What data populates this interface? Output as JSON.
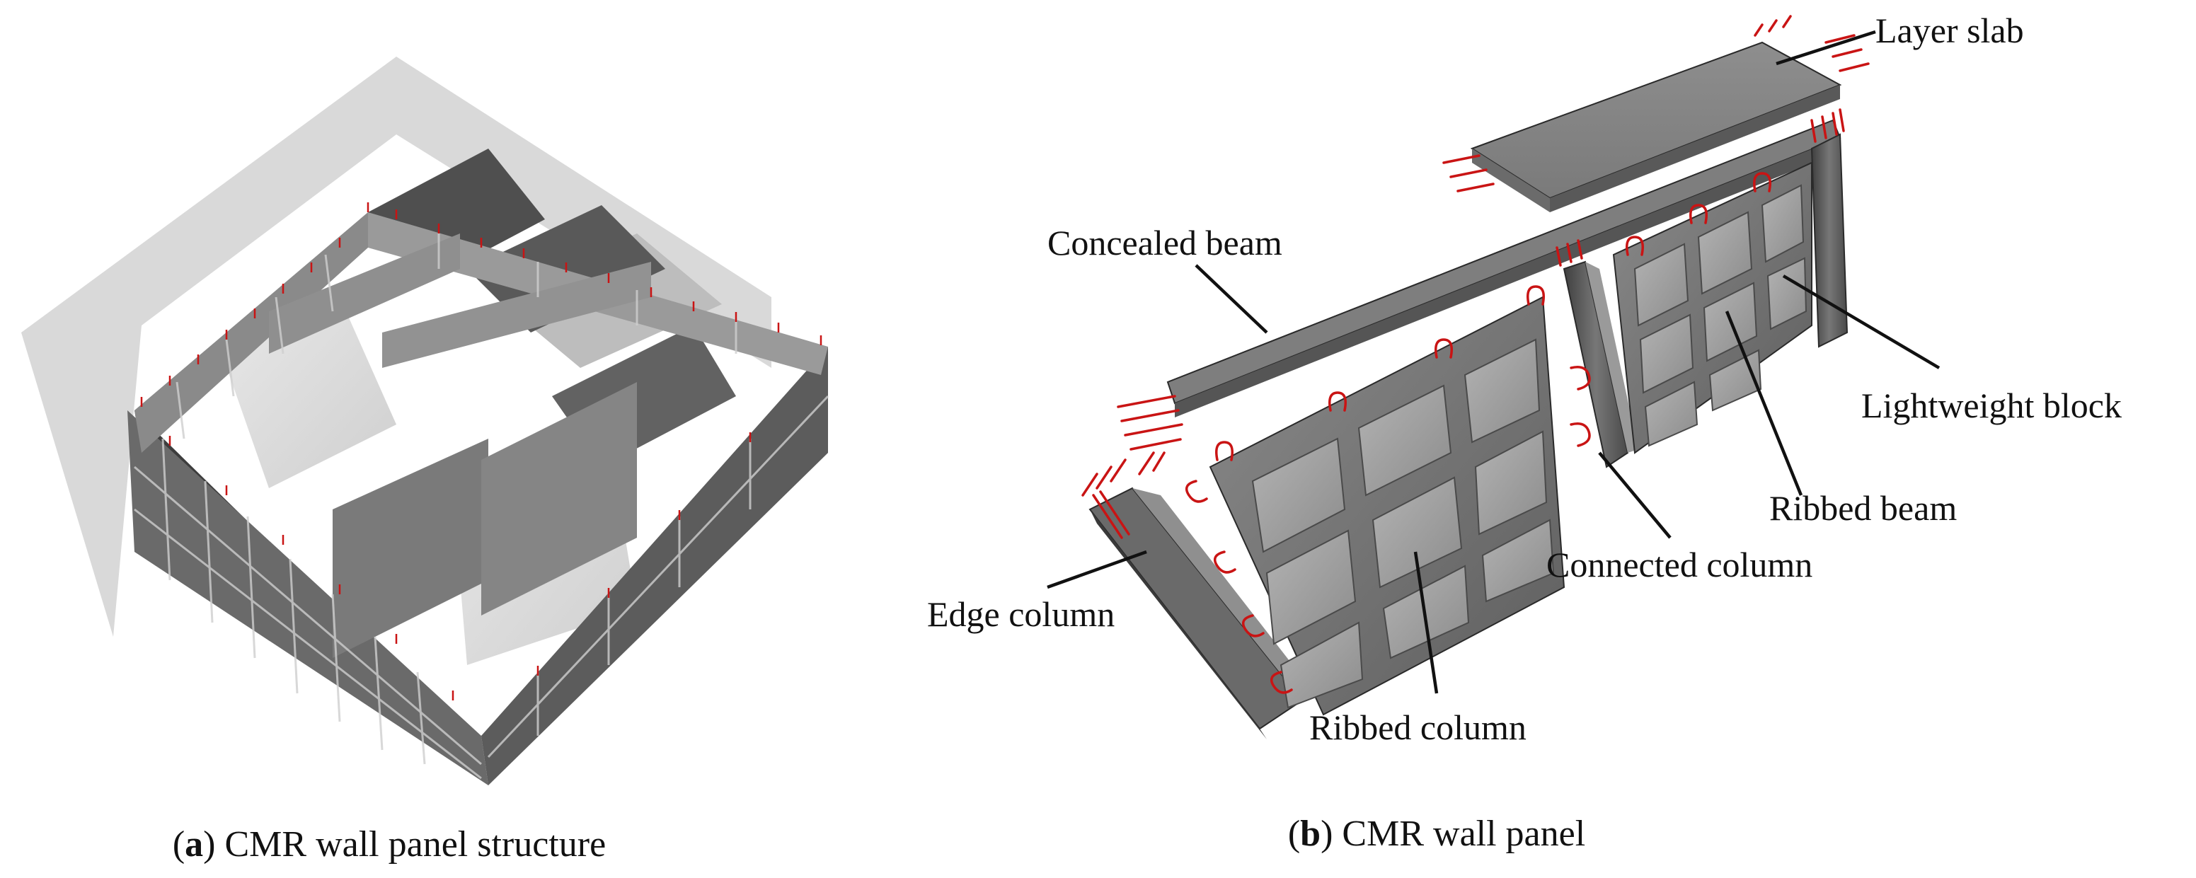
{
  "panel_a": {
    "caption_letter": "a",
    "caption_text": "CMR wall panel  structure"
  },
  "panel_b": {
    "caption_letter": "b",
    "caption_text": "CMR wall panel",
    "labels": {
      "layer_slab": "Layer slab",
      "concealed_beam": "Concealed beam",
      "lightweight_block": "Lightweight block",
      "ribbed_beam": "Ribbed beam",
      "connected_column": "Connected column",
      "edge_column": "Edge column",
      "ribbed_column": "Ribbed column"
    }
  },
  "colors": {
    "concrete_dark": "#5a5a5a",
    "concrete_mid": "#7d7d7d",
    "concrete_light": "#a8a8a8",
    "block": "#9c9c9c",
    "rebar": "#c91414",
    "shadow": "#d4d4d4"
  }
}
